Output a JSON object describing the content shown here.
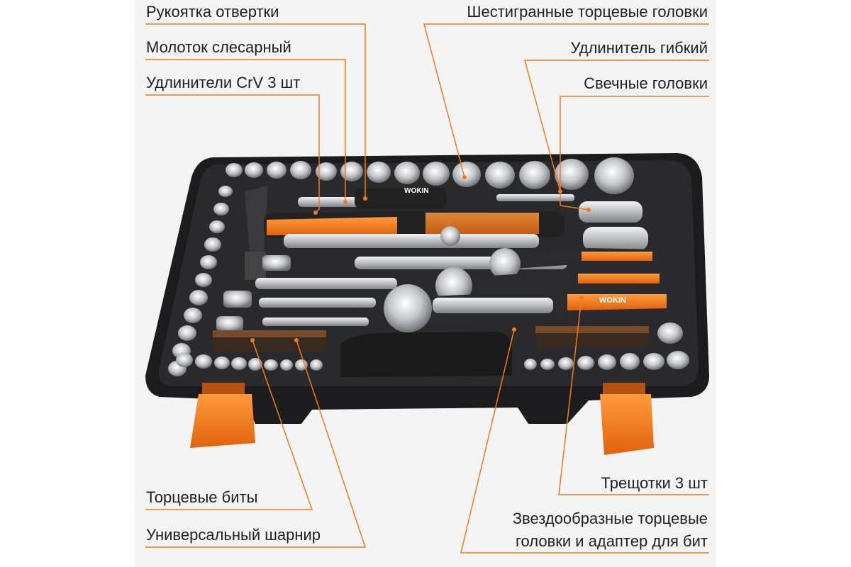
{
  "image": {
    "subject": "Набор инструментов WOKIN в кейсе",
    "brand_mark": "WOKIN",
    "colors": {
      "accent": "#f07b1c",
      "case": "#1c1c1e",
      "metal": "#c9ccd0",
      "background": "#ffffff",
      "text": "#1f1f1f"
    }
  },
  "labels": {
    "screwdriver_handle": "Рукоятка отвертки",
    "hammer": "Молоток слесарный",
    "extensions": "Удлинители CrV 3 шт",
    "hex_sockets": "Шестигранные торцевые головки",
    "flex_extension": "Удлинитель гибкий",
    "spark_plug_sockets": "Свечные головки",
    "ratchets": "Трещотки  3 шт",
    "torx_line1": "Звездообразные торцевые",
    "torx_line2": "головки и адаптер для бит",
    "bits": "Торцевые биты",
    "universal_joint": "Универсальный шарнир"
  }
}
